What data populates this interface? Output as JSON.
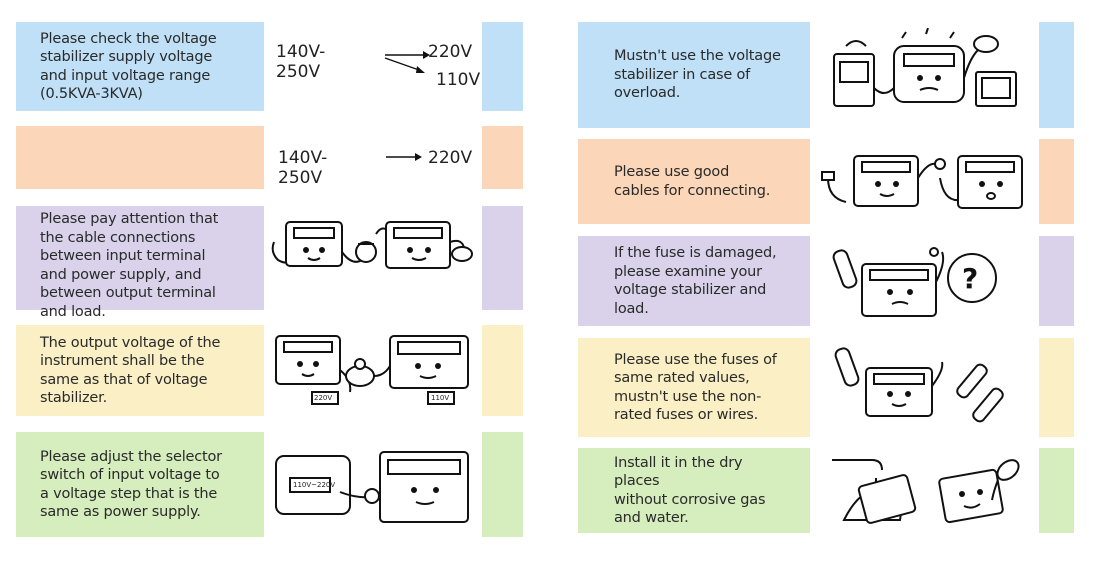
{
  "colors": {
    "blue": "#bfe0f7",
    "orange": "#fbd6b8",
    "purple": "#d9d2ea",
    "yellow": "#fbefc6",
    "green": "#d6edbd"
  },
  "left": [
    {
      "text": "Please check the voltage\nstabilizer supply voltage\nand input voltage range\n(0.5KVA-3KVA)",
      "input": "140V-250V",
      "out1": "220V",
      "out2": "110V"
    },
    {
      "text": "",
      "input": "140V-250V",
      "out1": "220V"
    },
    {
      "text": "Please pay attention that\nthe cable connections\nbetween input terminal\nand power supply, and\nbetween output terminal\nand load."
    },
    {
      "text": "The output voltage of the\ninstrument shall be the\nsame as that of voltage\nstabilizer.",
      "badge1": "220V",
      "badge2": "110V"
    },
    {
      "text": "Please adjust the selector\nswitch of input voltage to\na voltage step that is the\nsame as power supply.",
      "switch": "110V~220V"
    }
  ],
  "right": [
    {
      "text": "Mustn't use the voltage\nstabilizer in case of\noverload."
    },
    {
      "text": "Please use good\ncables for connecting."
    },
    {
      "text": "If the fuse is damaged,\nplease examine your\nvoltage stabilizer and\nload."
    },
    {
      "text": "Please use the fuses of\nsame rated values,\nmustn't use the non-\nrated fuses or wires."
    },
    {
      "text": "Install it in the dry places\nwithout corrosive gas\nand water."
    }
  ]
}
